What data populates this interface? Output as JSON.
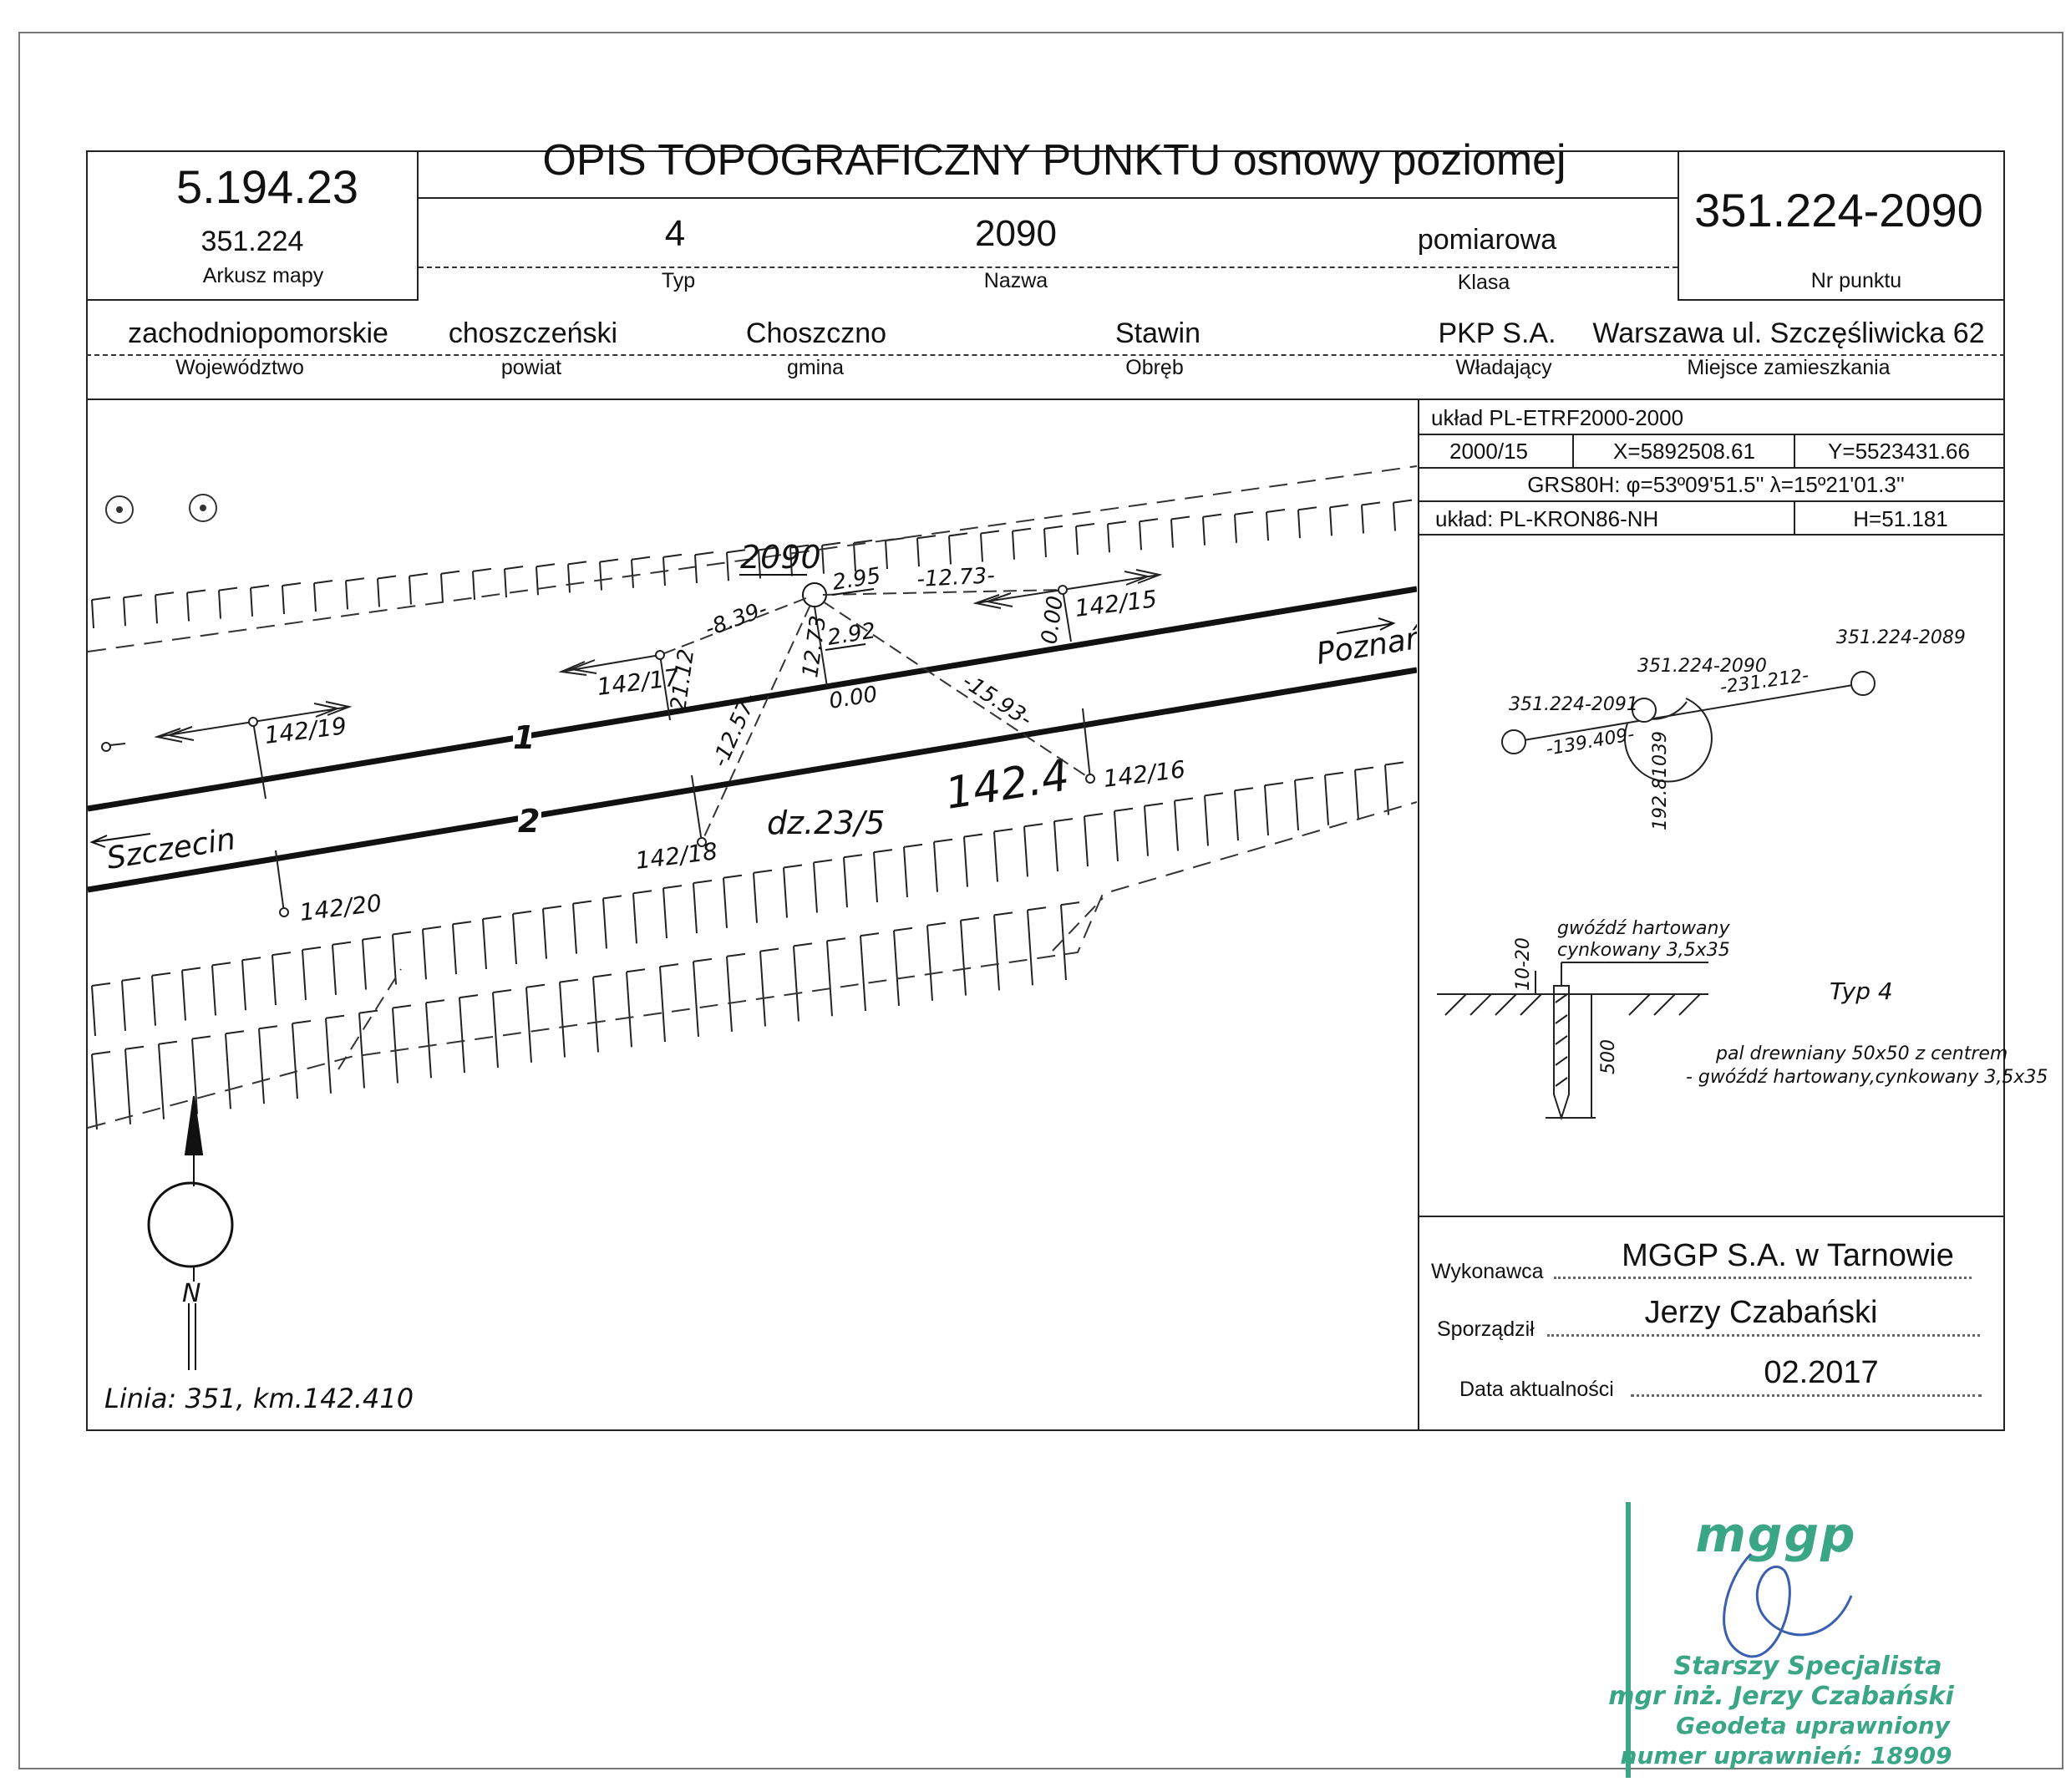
{
  "header": {
    "title": "OPIS TOPOGRAFICZNY PUNKTU osnowy poziomej",
    "map_sheet_number": "5.194.23",
    "map_sheet_code": "351.224",
    "map_sheet_label": "Arkusz mapy",
    "type_value": "4",
    "type_label": "Typ",
    "name_value": "2090",
    "name_label": "Nazwa",
    "class_value": "pomiarowa",
    "class_label": "Klasa",
    "point_number": "351.224-2090",
    "point_number_label": "Nr punktu"
  },
  "location": {
    "voivodeship": "zachodniopomorskie",
    "voivodeship_label": "Województwo",
    "county": "choszczeński",
    "county_label": "powiat",
    "commune": "Choszczno",
    "commune_label": "gmina",
    "precinct": "Stawin",
    "precinct_label": "Obręb",
    "owner": "PKP S.A.",
    "owner_label": "Władający",
    "residence": "Warszawa ul. Szczęśliwicka 62",
    "residence_label": "Miejsce zamieszkania"
  },
  "coordinates": {
    "system": "układ PL-ETRF2000-2000",
    "zone": "2000/15",
    "x": "X=5892508.61",
    "y": "Y=5523431.66",
    "grs": "GRS80H: φ=53º09'51.5'' λ=15º21'01.3''",
    "height_system": "układ: PL-KRON86-NH",
    "height": "H=51.181"
  },
  "situation_sketch": {
    "point_label": "2090",
    "towns": [
      "Poznań",
      "Szczecin"
    ],
    "tracks": [
      "1",
      "2"
    ],
    "km_label": "142.4",
    "parcel": "dz.23/5",
    "line_info": "Linia: 351, km.142.410",
    "north_label": "N",
    "markers": [
      "142/15",
      "142/16",
      "142/17",
      "142/18",
      "142/19",
      "142/20"
    ],
    "measurements": [
      "2.95",
      "-12.73-",
      "-8.39-",
      "12.73",
      "2.92",
      "21.12",
      "0.00",
      "0.00",
      "-15.93-",
      "-12.57-"
    ]
  },
  "network_sketch": {
    "points": [
      "351.224-2091",
      "351.224-2090",
      "351.224-2089"
    ],
    "distances": [
      "-231.212-",
      "-139.409-"
    ],
    "angle": "192.81039"
  },
  "marker_detail": {
    "nail_label_1": "gwóźdź hartowany",
    "nail_label_2": "cynkowany 3,5x35",
    "depth_top": "10-20",
    "depth": "500",
    "type": "Typ 4",
    "desc_1": "pal drewniany 50x50 z centrem",
    "desc_2": "- gwóźdź hartowany,cynkowany 3,5x35"
  },
  "footer": {
    "contractor_label": "Wykonawca",
    "contractor": "MGGP S.A.  w Tarnowie",
    "author_label": "Sporządził",
    "author": "Jerzy Czabański",
    "date_label": "Data aktualności",
    "date": "02.2017"
  },
  "stamp": {
    "logo": "mggp",
    "line_1": "Starszy Specjalista",
    "line_2": "mgr inż. Jerzy Czabański",
    "line_3": "Geodeta uprawniony",
    "line_4": "numer uprawnień: 18909"
  },
  "colors": {
    "ink": "#111111",
    "stamp": "#3aa686"
  }
}
